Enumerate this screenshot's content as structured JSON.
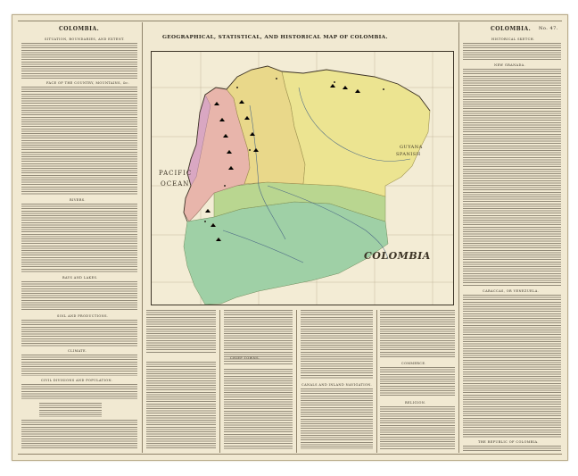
{
  "map": {
    "title": "GEOGRAPHICAL, STATISTICAL, AND HISTORICAL MAP OF COLOMBIA.",
    "cartouche": "COLOMBIA",
    "ocean_label_1": "PACIFIC",
    "ocean_label_2": "OCEAN",
    "guiana_label_1": "GUYANA",
    "guiana_label_2": "SPANISH",
    "regions": [
      {
        "name": "west-coast",
        "color": "#e8b5ab"
      },
      {
        "name": "north-andes",
        "color": "#e9d88a"
      },
      {
        "name": "east-venezuela",
        "color": "#ece491"
      },
      {
        "name": "central-plains",
        "color": "#b9d690"
      },
      {
        "name": "south-quito",
        "color": "#9fd0a6"
      },
      {
        "name": "coast-strip",
        "color": "#d9a7c2"
      }
    ]
  },
  "left_column": {
    "title": "COLOMBIA.",
    "section_1": "SITUATION, BOUNDARIES, AND EXTENT.",
    "section_2": "FACE OF THE COUNTRY, MOUNTAINS, &c.",
    "section_3": "RIVERS.",
    "section_4": "BAYS AND LAKES.",
    "section_5": "SOIL AND PRODUCTIONS.",
    "section_6": "CLIMATE.",
    "section_7": "CIVIL DIVISIONS AND POPULATION."
  },
  "right_column": {
    "title": "COLOMBIA.",
    "number": "No. 47.",
    "section_1": "HISTORICAL SKETCH.",
    "section_2": "NEW GRANADA.",
    "section_3": "CARACCAS, OR VENEZUELA.",
    "section_4": "THE REPUBLIC OF COLOMBIA."
  },
  "bottom_columns": {
    "section_1": "CHIEF TOWNS.",
    "section_2": "CANALS AND INLAND NAVIGATION.",
    "section_3": "COMMERCE.",
    "section_4": "RELIGION."
  }
}
